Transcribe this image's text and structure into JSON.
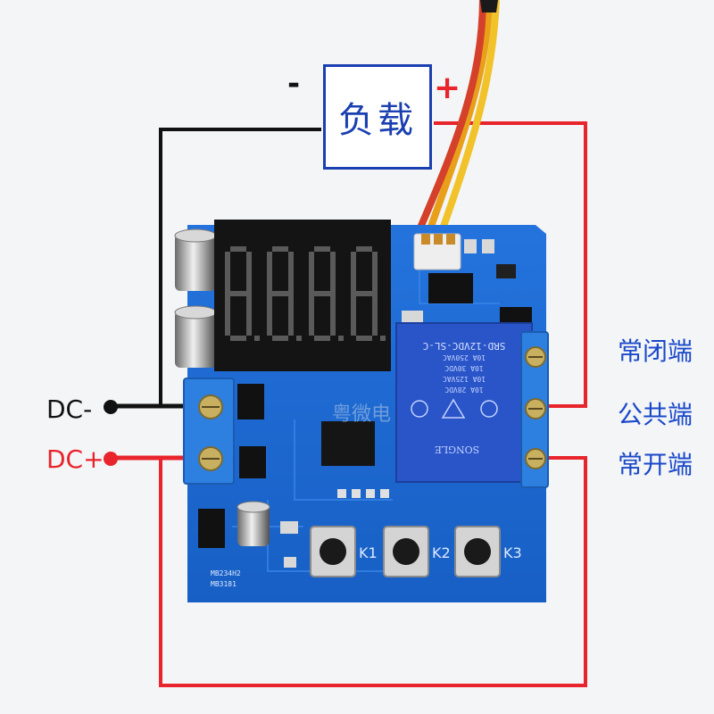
{
  "labels": {
    "dc_minus": "DC-",
    "dc_plus": "DC+",
    "load": "负载",
    "load_minus": "-",
    "load_plus": "+",
    "normally_closed": "常闭端",
    "common": "公共端",
    "normally_open": "常开端"
  },
  "board": {
    "keys": [
      "K1",
      "K2",
      "K3"
    ],
    "relay_model": "SRD-12VDC-SL-C",
    "relay_brand": "SONGLE",
    "relay_ratings": [
      "10A 250VAC",
      "10A 30VDC",
      "10A 125VAC",
      "10A 28VDC"
    ],
    "silkscreen": [
      "MB234H2",
      "MB3181"
    ],
    "watermark": "粤微电"
  },
  "colors": {
    "pcb": "#1e6bd6",
    "relay": "#2a55c8",
    "wire_red": "#e8242c",
    "wire_black": "#111111",
    "label_blue": "#1a49c9",
    "segment_off": "#5a5a5a",
    "terminal": "#2d7fe0"
  }
}
